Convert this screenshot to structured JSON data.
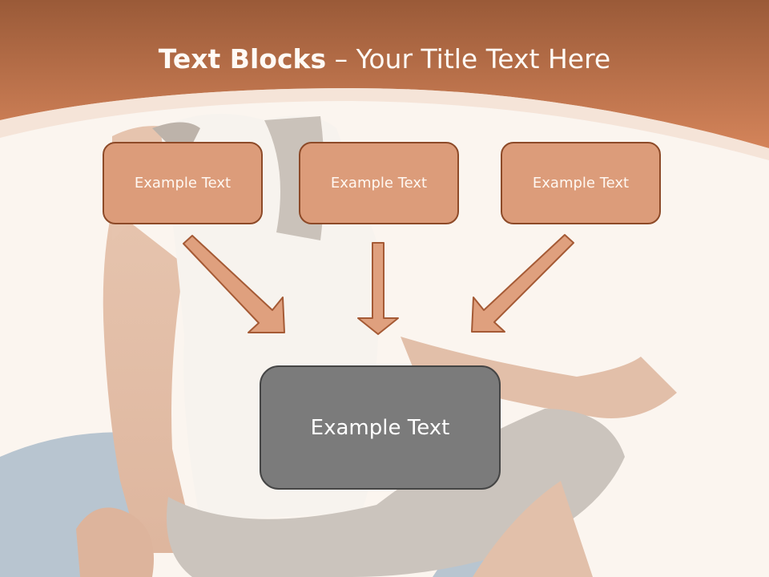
{
  "title": {
    "bold": "Text Blocks",
    "separator": " – ",
    "rest": "Your Title Text Here"
  },
  "blocks": [
    {
      "label": "Example Text"
    },
    {
      "label": "Example Text"
    },
    {
      "label": "Example Text"
    }
  ],
  "center_block": {
    "label": "Example Text"
  },
  "colors": {
    "header": "#c97a4f",
    "block_fill": "#dc9c7a",
    "block_border": "#8d4a28",
    "center_fill": "#7b7b7b",
    "arrow_fill": "#dfa07e"
  }
}
